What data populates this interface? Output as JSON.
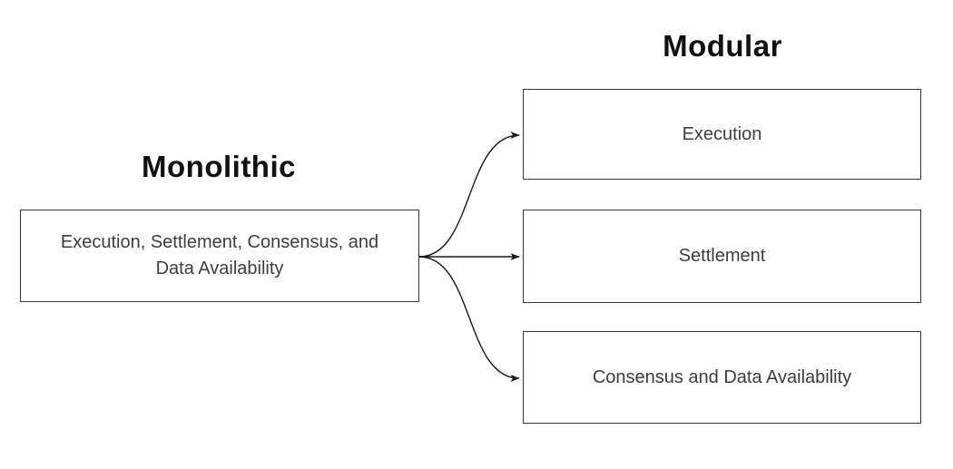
{
  "diagram": {
    "monolithic": {
      "heading": "Monolithic",
      "box_lines": [
        "Execution, Settlement, Consensus, and",
        "Data Availability"
      ]
    },
    "modular": {
      "heading": "Modular",
      "boxes": [
        "Execution",
        "Settlement",
        "Consensus and Data Availability"
      ]
    },
    "arrows": [
      {
        "from": "monolithic-box",
        "to": "modular-box-execution"
      },
      {
        "from": "monolithic-box",
        "to": "modular-box-settlement"
      },
      {
        "from": "monolithic-box",
        "to": "modular-box-consensus-da"
      }
    ]
  },
  "colors": {
    "background": "#ffffff",
    "box_border": "#383838",
    "box_text": "#3d3d3d",
    "heading_text": "#111111",
    "arrow": "#1a1a1a"
  }
}
